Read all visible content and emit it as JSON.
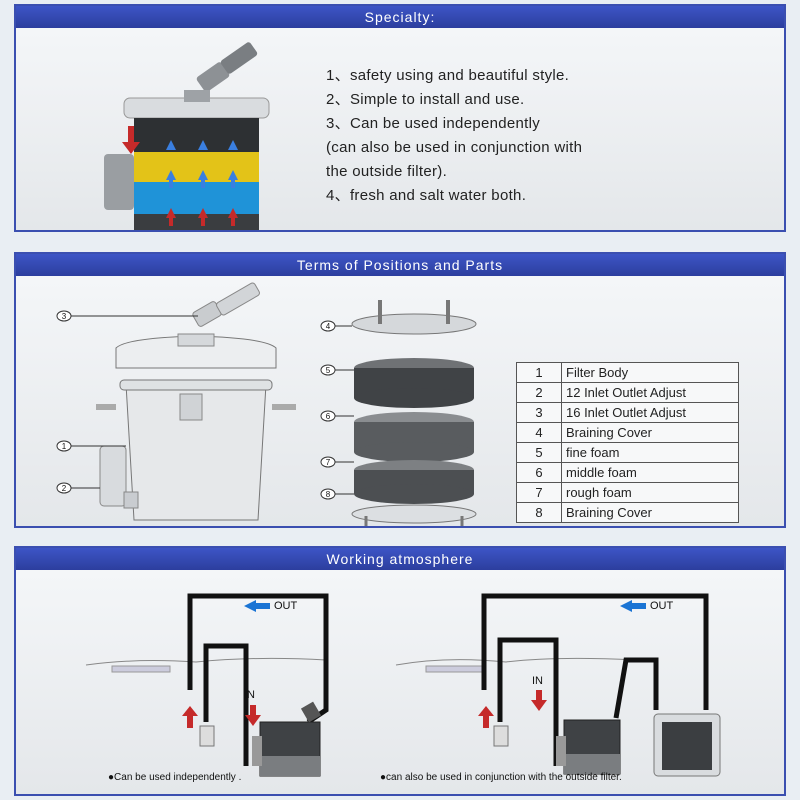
{
  "specialty": {
    "title": "Specialty:",
    "items": [
      "1、safety using and beautiful style.",
      "2、Simple to install and use.",
      "3、Can be used independently",
      "(can also be used in conjunction with",
      "the outside filter).",
      "4、fresh and salt water both."
    ]
  },
  "parts": {
    "title": "Terms of Positions and Parts",
    "callouts": [
      "1",
      "2",
      "3",
      "4",
      "5",
      "6",
      "7",
      "8"
    ],
    "rows": [
      {
        "num": "1",
        "name": "Filter Body"
      },
      {
        "num": "2",
        "name": "12 Inlet Outlet Adjust"
      },
      {
        "num": "3",
        "name": "16 Inlet Outlet Adjust"
      },
      {
        "num": "4",
        "name": "Braining Cover"
      },
      {
        "num": "5",
        "name": "fine foam"
      },
      {
        "num": "6",
        "name": "middle foam"
      },
      {
        "num": "7",
        "name": "rough foam"
      },
      {
        "num": "8",
        "name": "Braining Cover"
      }
    ]
  },
  "working": {
    "title": "Working atmosphere",
    "out_label": "OUT",
    "in_label": "IN",
    "caption_left": "●Can be used independently .",
    "caption_right": "●can also be used in conjunction with the outside filter."
  }
}
